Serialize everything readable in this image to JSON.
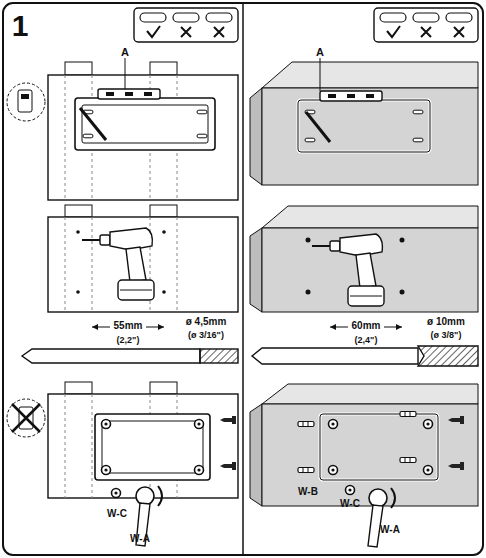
{
  "diagram": {
    "labels": [
      "1",
      "A",
      "A",
      "55mm",
      "(2,2\")",
      "ø 4,5mm",
      "(ø 3/16\")",
      "60mm",
      "(2,4\")",
      "ø 10mm",
      "(ø 3/8\")",
      "W-C",
      "W-A",
      "W-B",
      "W-C",
      "W-A"
    ]
  }
}
